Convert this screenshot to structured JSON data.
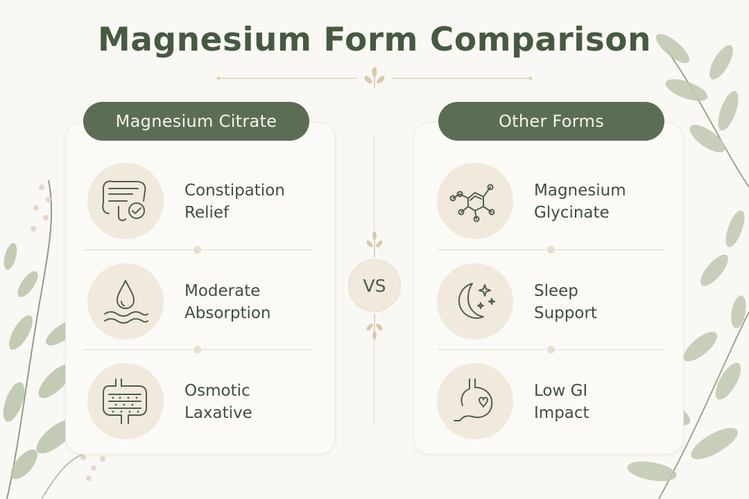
{
  "title": "Magnesium Form Comparison",
  "vs_label": "VS",
  "left": {
    "header": "Magnesium Citrate",
    "items": [
      {
        "line1": "Constipation",
        "line2": "Relief",
        "icon": "intestine-check-icon"
      },
      {
        "line1": "Moderate",
        "line2": "Absorption",
        "icon": "water-drop-waves-icon"
      },
      {
        "line1": "Osmotic",
        "line2": "Laxative",
        "icon": "intestine-icon"
      }
    ]
  },
  "right": {
    "header": "Other Forms",
    "items": [
      {
        "line1": "Magnesium",
        "line2": "Glycinate",
        "icon": "molecule-icon"
      },
      {
        "line1": "Sleep",
        "line2": "Support",
        "icon": "moon-stars-icon"
      },
      {
        "line1": "Low GI",
        "line2": "Impact",
        "icon": "stomach-heart-icon"
      }
    ]
  },
  "colors": {
    "accent": "#5b6e53",
    "badge": "#f0e9dc",
    "background": "#faf8f4",
    "icon_stroke": "#4e5f49"
  }
}
